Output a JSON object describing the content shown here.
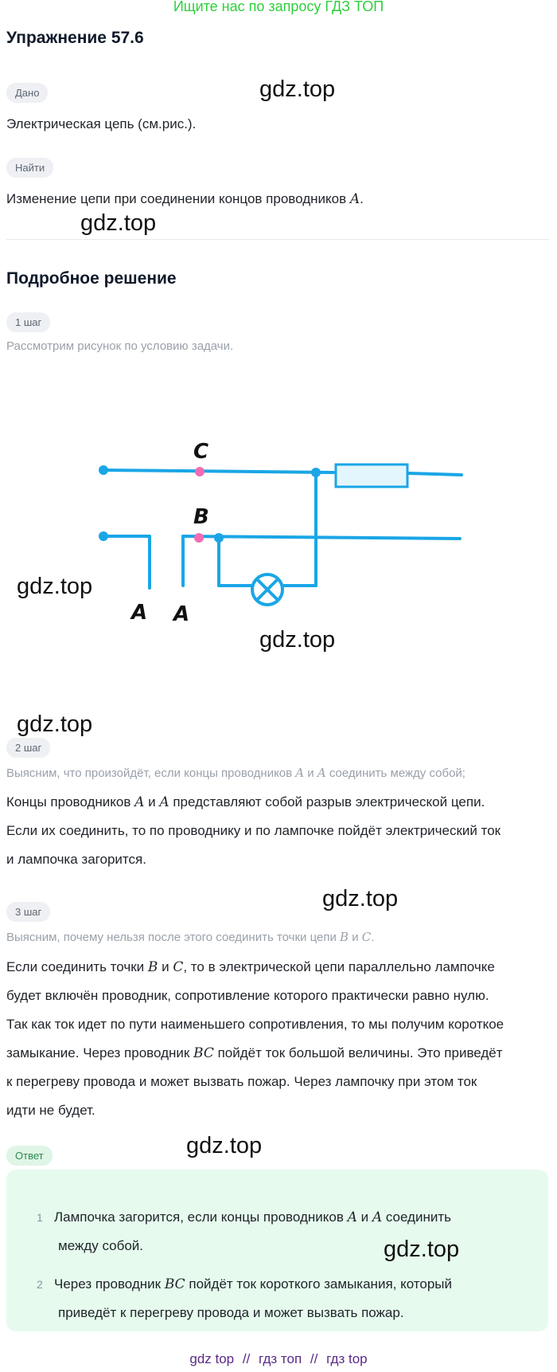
{
  "banner": "Ищите нас по запросу ГДЗ ТОП",
  "title": "Упражнение 57.6",
  "given": {
    "chip": "Дано",
    "text": "Электрическая цепь (см.рис.)."
  },
  "find": {
    "chip": "Найти",
    "text_before": "Изменение цепи при соединении концов проводников ",
    "math": "A",
    "text_after": "."
  },
  "solution_title": "Подробное решение",
  "step1": {
    "chip": "1 шаг",
    "text": "Рассмотрим рисунок по условию задачи."
  },
  "diagram": {
    "label_c": "C",
    "label_b": "B",
    "label_a1": "A",
    "label_a2": "A",
    "wire_color": "#1aa6e6",
    "node_color": "#1aa6e6",
    "point_color": "#f06bb3",
    "resistor_fill": "#e4f6fd"
  },
  "step2": {
    "chip": "2 шаг",
    "intro_before": "Выясним, что произойдёт, если концы проводников ",
    "intro_m1": "A",
    "intro_mid": " и ",
    "intro_m2": "A",
    "intro_after": " соединить между собой;",
    "line1_before": "Концы проводников ",
    "line1_m1": "A",
    "line1_mid": " и ",
    "line1_m2": "A",
    "line1_after": " представляют собой разрыв электрической цепи.",
    "line2": "Если их соединить, то по проводнику и по лампочке пойдёт электрический ток",
    "line3": "и лампочка загорится."
  },
  "step3": {
    "chip": "3 шаг",
    "intro_before": "Выясним, почему нельзя после этого соединить точки цепи ",
    "intro_m1": "B",
    "intro_mid": " и ",
    "intro_m2": "C",
    "intro_after": ".",
    "line1_before": "Если соединить точки ",
    "line1_m1": "B",
    "line1_mid": " и ",
    "line1_m2": "C",
    "line1_after": ", то в электрической цепи параллельно лампочке",
    "line2": "будет включён проводник, сопротивление которого практически равно нулю.",
    "line3": "Так как ток идет по пути наименьшего сопротивления, то мы получим короткое",
    "line4_before": "замыкание. Через проводник ",
    "line4_m": "BC",
    "line4_after": " пойдёт ток большой величины. Это приведёт",
    "line5": "к перегреву провода и может вызвать пожар. Через лампочку при этом ток",
    "line6": "идти не будет."
  },
  "answer": {
    "chip": "Ответ",
    "item1_num": "1",
    "item1_before": "Лампочка загорится, если концы проводников ",
    "item1_m1": "A",
    "item1_mid": " и ",
    "item1_m2": "A",
    "item1_after": " соединить",
    "item1_line2": "между собой.",
    "item2_num": "2",
    "item2_before": "Через проводник ",
    "item2_m": "BC",
    "item2_after": " пойдёт ток короткого замыкания, который",
    "item2_line2": "приведёт к перегреву провода и может вызвать пожар."
  },
  "watermark": "gdz.top",
  "footer": {
    "link1": "gdz top",
    "sep1": "//",
    "link2": "гдз топ",
    "sep2": "//",
    "link3": "гдз top"
  }
}
